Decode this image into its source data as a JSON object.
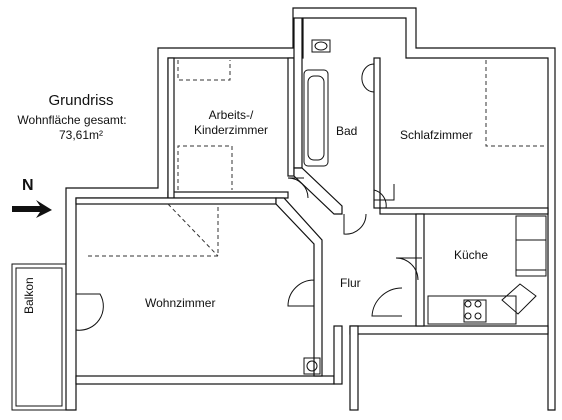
{
  "header": {
    "title": "Grundriss",
    "area_label": "Wohnfläche gesamt:",
    "area_value": "73,61m²"
  },
  "compass": {
    "label": "N"
  },
  "rooms": {
    "arbeits_line1": "Arbeits-/",
    "arbeits_line2": "Kinderzimmer",
    "bad": "Bad",
    "schlafzimmer": "Schlafzimmer",
    "kueche": "Küche",
    "flur": "Flur",
    "wohnzimmer": "Wohnzimmer",
    "balkon": "Balkon"
  }
}
